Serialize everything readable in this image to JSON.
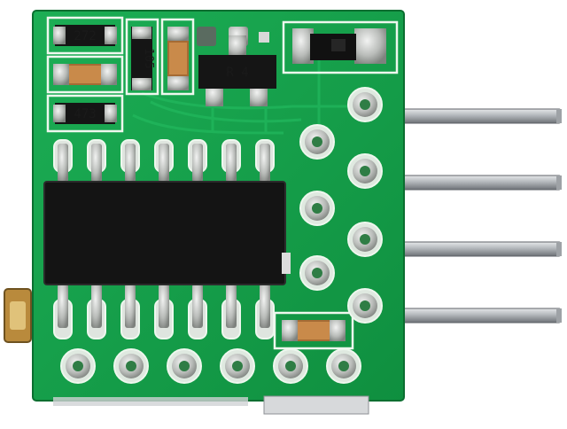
{
  "board": {
    "pcb_color": "#14a04a",
    "silkscreen_color": "#eef7ee",
    "solder_color": "#c9ccc9",
    "ic_color": "#151515",
    "capacitor_color": "#c98a4a"
  },
  "markings": {
    "resistor_top": "272",
    "resistor_bottom": "473",
    "resistor_vertical": "105",
    "transistor": "R 4"
  },
  "counts": {
    "ic_pins_per_side": 7,
    "header_pins": 4,
    "bottom_pads": 6,
    "right_pads": 7
  }
}
